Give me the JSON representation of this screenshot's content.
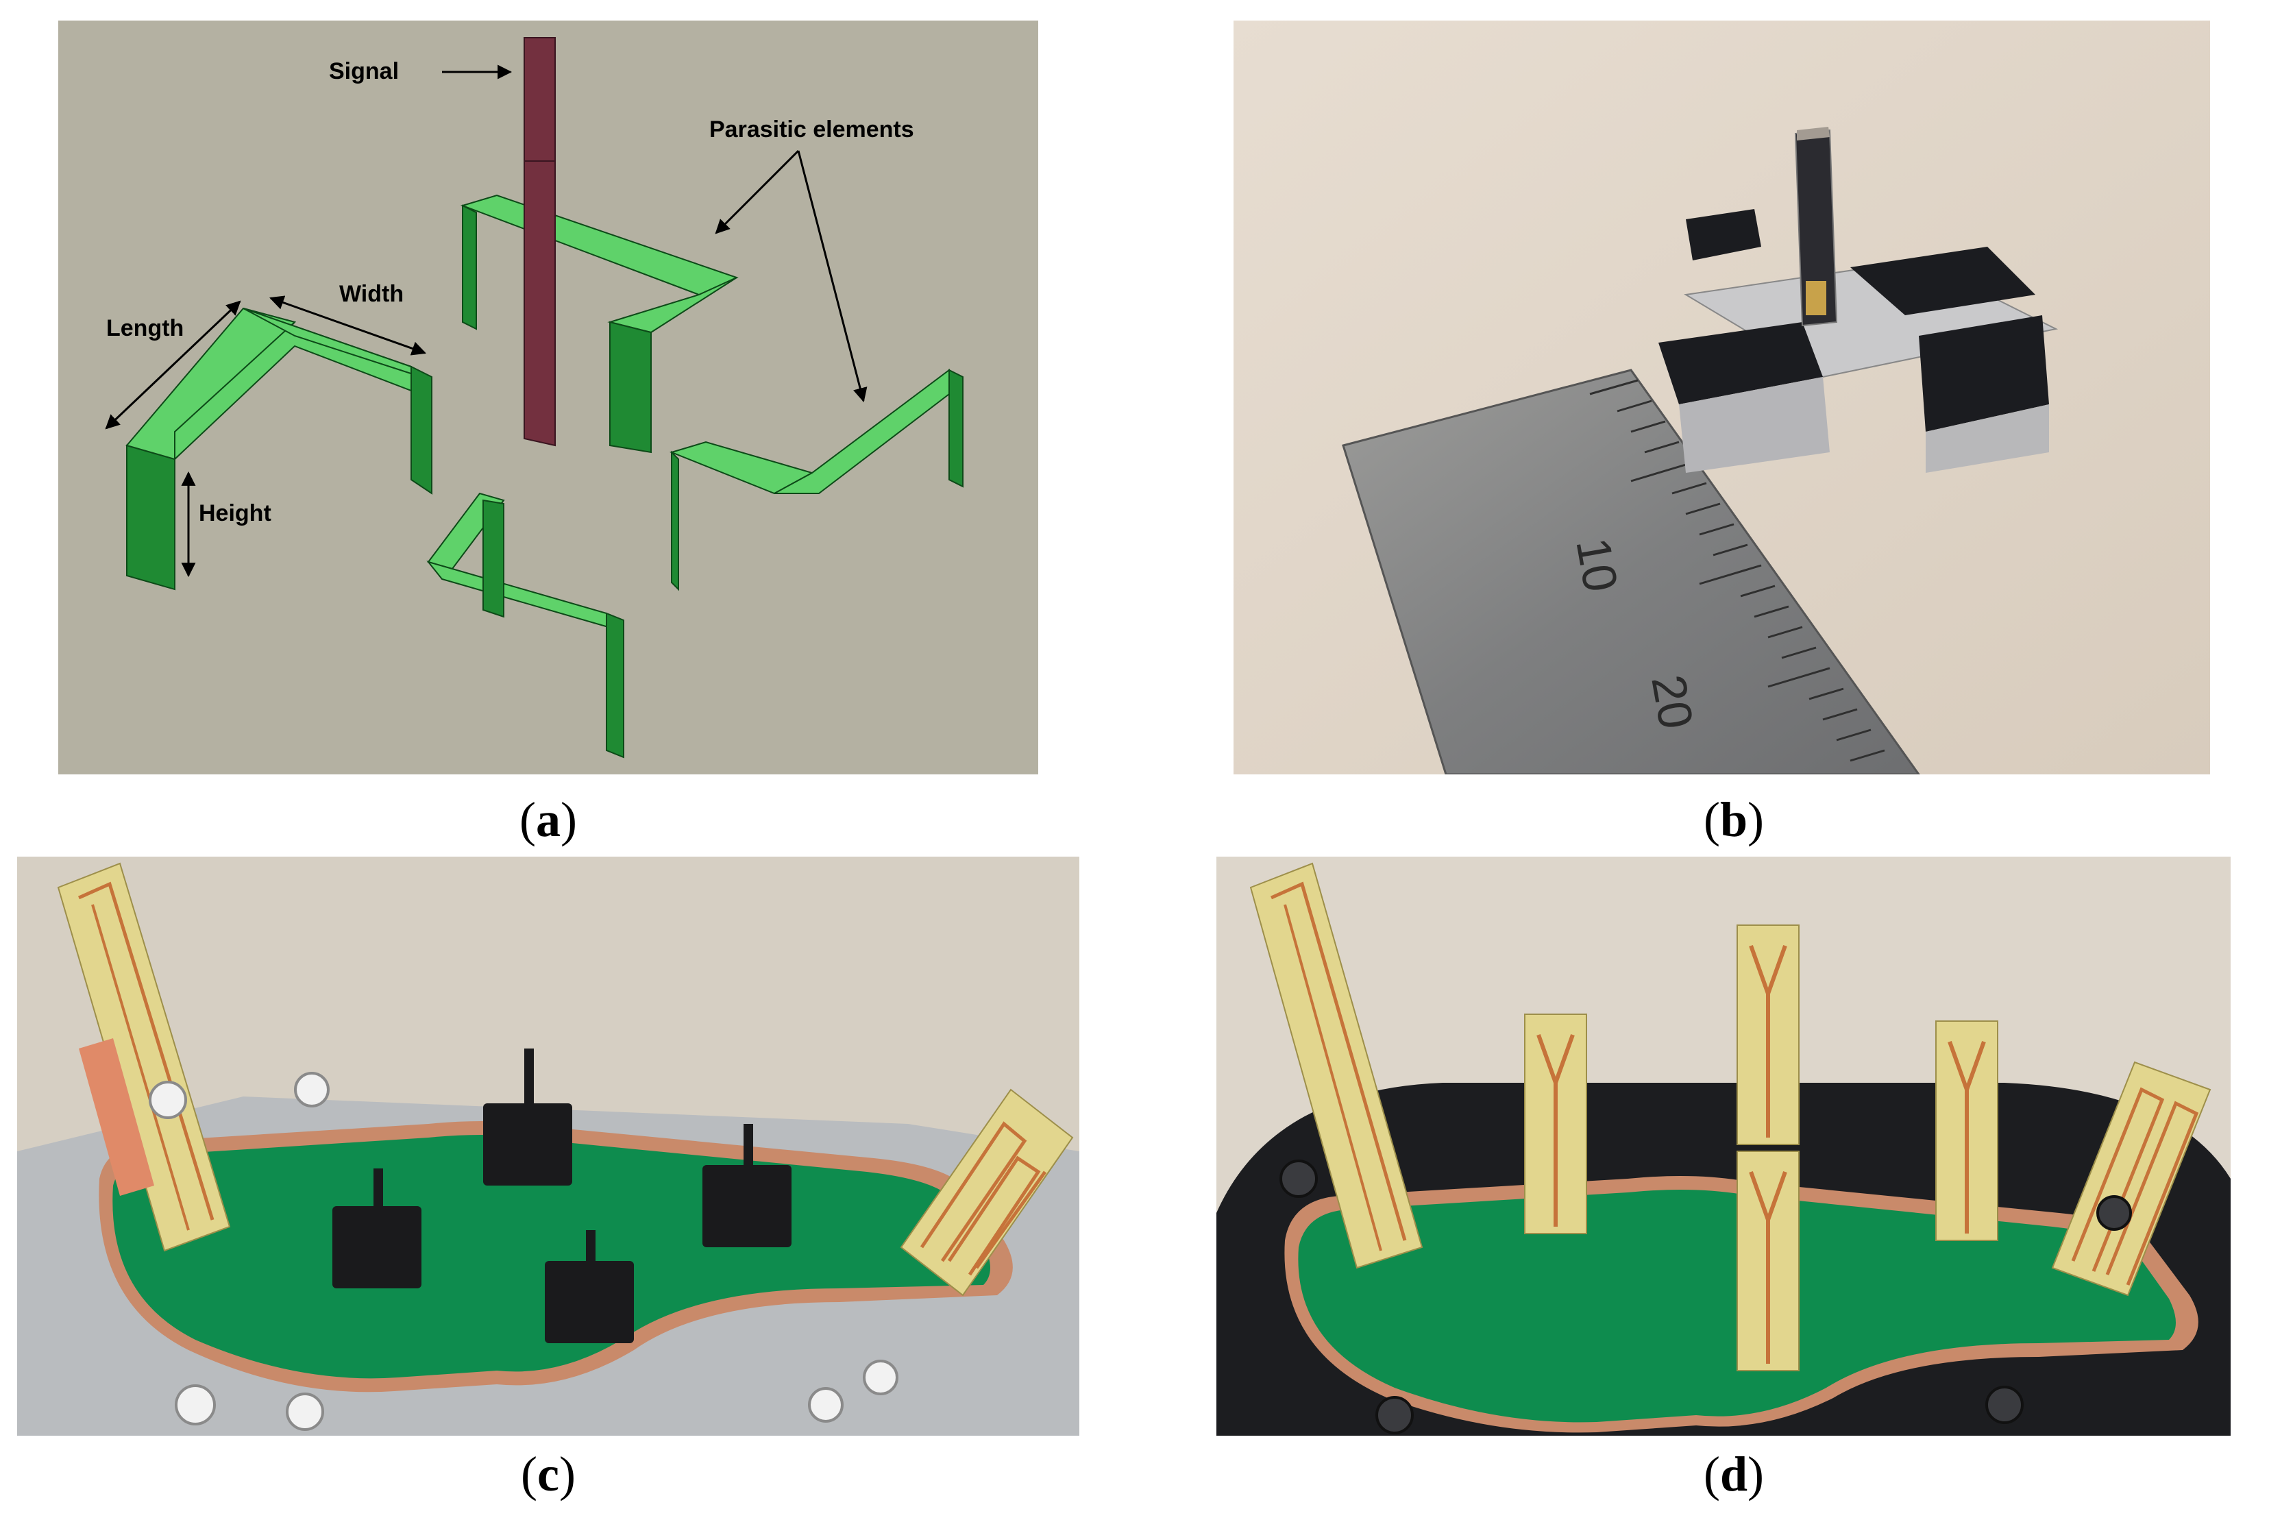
{
  "figure": {
    "panel_a": {
      "caption_letter": "a",
      "labels": {
        "signal": "Signal",
        "parasitic": "Parasitic elements",
        "length": "Length",
        "width": "Width",
        "height": "Height"
      },
      "colors": {
        "background": "#b4b1a2",
        "parasitic": "#5fd26a",
        "parasitic_dark": "#1f8a33",
        "signal": "#73303f"
      }
    },
    "panel_b": {
      "caption_letter": "b",
      "ruler_numbers": [
        "10",
        "20"
      ]
    },
    "panel_c": {
      "caption_letter": "c"
    },
    "panel_d": {
      "caption_letter": "d"
    }
  }
}
